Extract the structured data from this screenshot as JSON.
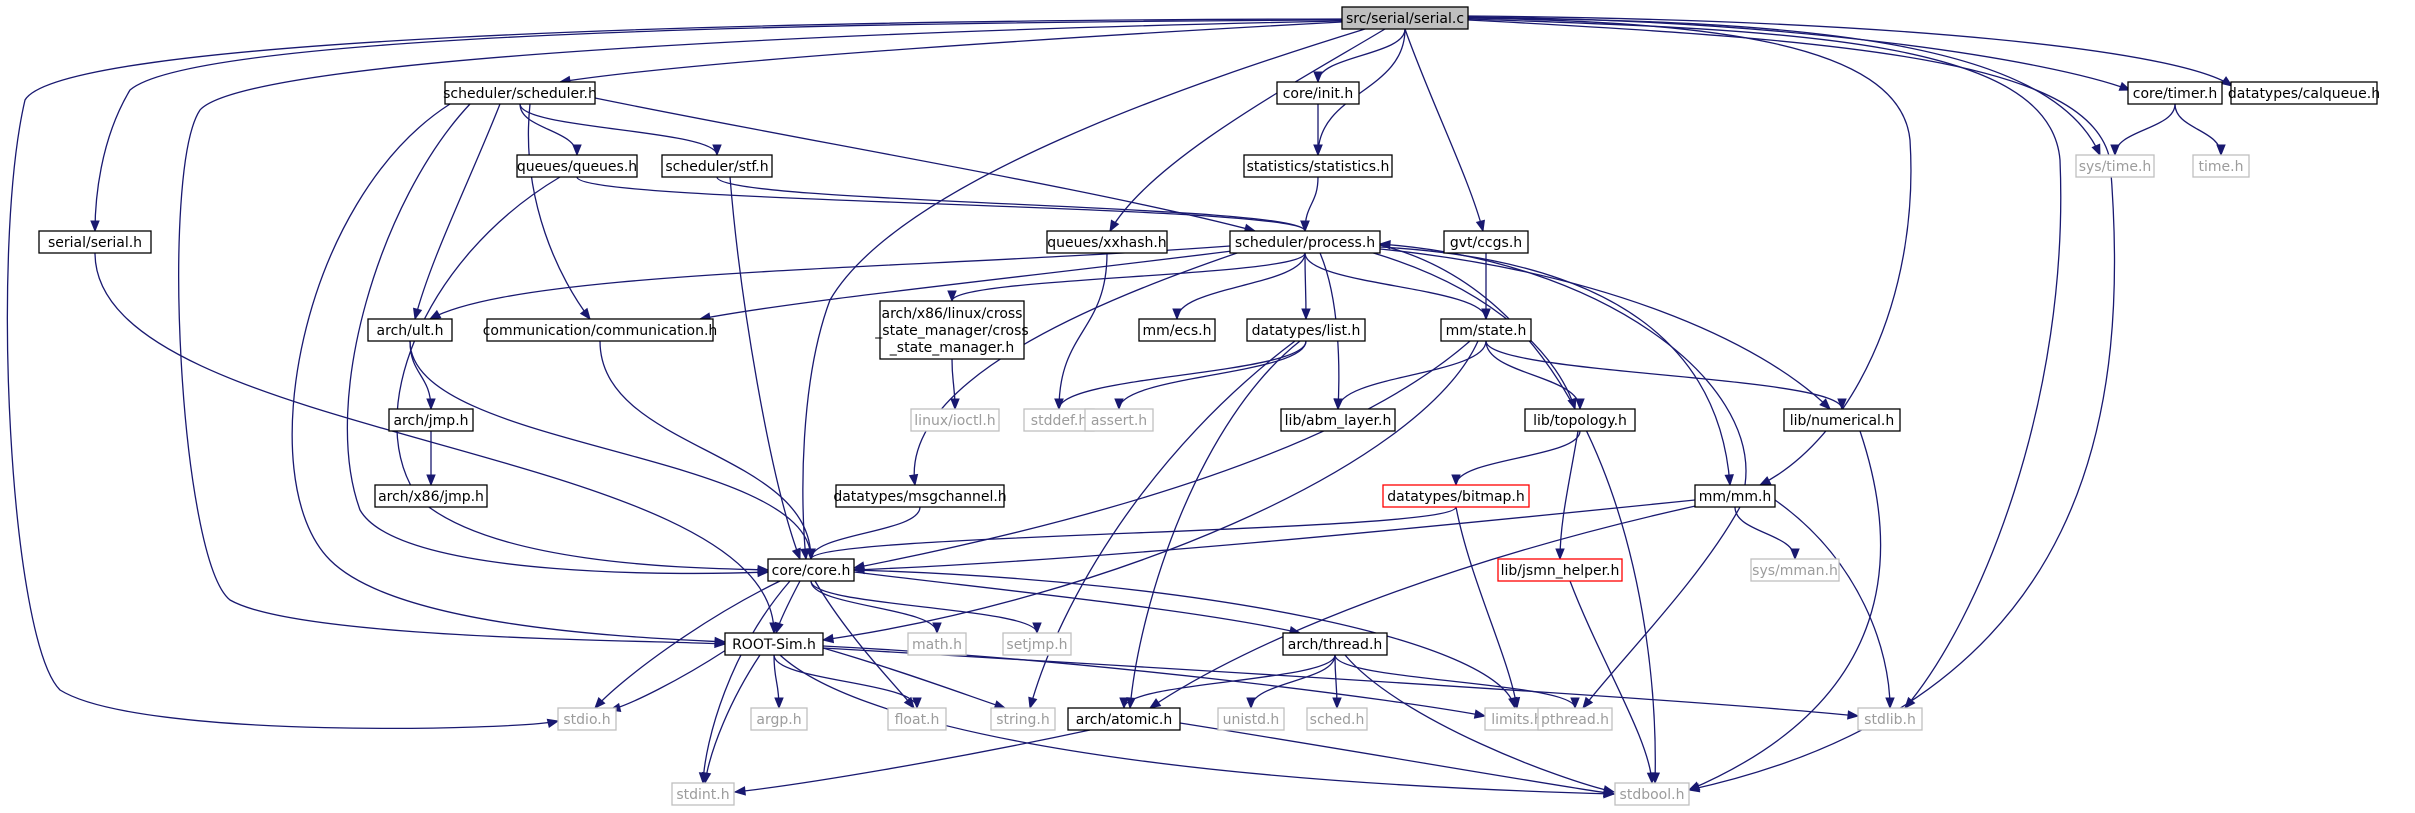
{
  "title": "src/serial/serial.c",
  "colors": {
    "edge": "#191970",
    "root_fill": "#bfbfbf",
    "normal_border": "#000000",
    "system_border": "#bfbfbf",
    "system_text": "#9c9c9c",
    "incomplete_border": "#ff0000",
    "text": "#000000"
  },
  "nodes": [
    {
      "id": "src/serial/serial.c",
      "kind": "root"
    },
    {
      "id": "scheduler/scheduler.h",
      "kind": "normal"
    },
    {
      "id": "core/init.h",
      "kind": "normal"
    },
    {
      "id": "core/timer.h",
      "kind": "normal"
    },
    {
      "id": "datatypes/calqueue.h",
      "kind": "normal"
    },
    {
      "id": "sys/time.h",
      "kind": "system"
    },
    {
      "id": "time.h",
      "kind": "system"
    },
    {
      "id": "queues/queues.h",
      "kind": "normal"
    },
    {
      "id": "scheduler/stf.h",
      "kind": "normal"
    },
    {
      "id": "statistics/statistics.h",
      "kind": "normal"
    },
    {
      "id": "serial/serial.h",
      "kind": "normal"
    },
    {
      "id": "queues/xxhash.h",
      "kind": "normal"
    },
    {
      "id": "scheduler/process.h",
      "kind": "normal"
    },
    {
      "id": "gvt/ccgs.h",
      "kind": "normal"
    },
    {
      "id": "arch/ult.h",
      "kind": "normal"
    },
    {
      "id": "communication/communication.h",
      "kind": "normal"
    },
    {
      "id": "arch/x86/linux/cross_state_manager/cross_state_manager.h",
      "kind": "normal",
      "lines": [
        "arch/x86/linux/cross",
        "_state_manager/cross",
        "_state_manager.h"
      ]
    },
    {
      "id": "mm/ecs.h",
      "kind": "normal"
    },
    {
      "id": "datatypes/list.h",
      "kind": "normal"
    },
    {
      "id": "mm/state.h",
      "kind": "normal"
    },
    {
      "id": "arch/jmp.h",
      "kind": "normal"
    },
    {
      "id": "linux/ioctl.h",
      "kind": "system"
    },
    {
      "id": "stddef.h",
      "kind": "system"
    },
    {
      "id": "assert.h",
      "kind": "system"
    },
    {
      "id": "lib/abm_layer.h",
      "kind": "normal"
    },
    {
      "id": "lib/topology.h",
      "kind": "normal"
    },
    {
      "id": "lib/numerical.h",
      "kind": "normal"
    },
    {
      "id": "arch/x86/jmp.h",
      "kind": "normal"
    },
    {
      "id": "datatypes/msgchannel.h",
      "kind": "normal"
    },
    {
      "id": "datatypes/bitmap.h",
      "kind": "incomplete"
    },
    {
      "id": "mm/mm.h",
      "kind": "normal"
    },
    {
      "id": "core/core.h",
      "kind": "normal"
    },
    {
      "id": "lib/jsmn_helper.h",
      "kind": "incomplete"
    },
    {
      "id": "sys/mman.h",
      "kind": "system"
    },
    {
      "id": "math.h",
      "kind": "system"
    },
    {
      "id": "setjmp.h",
      "kind": "system"
    },
    {
      "id": "ROOT-Sim.h",
      "kind": "normal"
    },
    {
      "id": "arch/thread.h",
      "kind": "normal"
    },
    {
      "id": "stdio.h",
      "kind": "system"
    },
    {
      "id": "argp.h",
      "kind": "system"
    },
    {
      "id": "float.h",
      "kind": "system"
    },
    {
      "id": "string.h",
      "kind": "system"
    },
    {
      "id": "arch/atomic.h",
      "kind": "normal"
    },
    {
      "id": "unistd.h",
      "kind": "system"
    },
    {
      "id": "sched.h",
      "kind": "system"
    },
    {
      "id": "limits.h",
      "kind": "system"
    },
    {
      "id": "pthread.h",
      "kind": "system"
    },
    {
      "id": "stdlib.h",
      "kind": "system"
    },
    {
      "id": "stdint.h",
      "kind": "system"
    },
    {
      "id": "stdbool.h",
      "kind": "system"
    }
  ],
  "edges": [
    [
      "src/serial/serial.c",
      "scheduler/scheduler.h"
    ],
    [
      "src/serial/serial.c",
      "core/init.h"
    ],
    [
      "src/serial/serial.c",
      "statistics/statistics.h"
    ],
    [
      "src/serial/serial.c",
      "core/timer.h"
    ],
    [
      "src/serial/serial.c",
      "datatypes/calqueue.h"
    ],
    [
      "src/serial/serial.c",
      "sys/time.h"
    ],
    [
      "src/serial/serial.c",
      "serial/serial.h"
    ],
    [
      "src/serial/serial.c",
      "ROOT-Sim.h"
    ],
    [
      "src/serial/serial.c",
      "stdio.h"
    ],
    [
      "src/serial/serial.c",
      "core/core.h"
    ],
    [
      "src/serial/serial.c",
      "queues/xxhash.h"
    ],
    [
      "src/serial/serial.c",
      "gvt/ccgs.h"
    ],
    [
      "src/serial/serial.c",
      "mm/mm.h"
    ],
    [
      "src/serial/serial.c",
      "stdlib.h"
    ],
    [
      "src/serial/serial.c",
      "stdbool.h"
    ],
    [
      "core/init.h",
      "statistics/statistics.h"
    ],
    [
      "core/timer.h",
      "sys/time.h"
    ],
    [
      "core/timer.h",
      "time.h"
    ],
    [
      "statistics/statistics.h",
      "scheduler/process.h"
    ],
    [
      "scheduler/scheduler.h",
      "queues/queues.h"
    ],
    [
      "scheduler/scheduler.h",
      "scheduler/stf.h"
    ],
    [
      "scheduler/scheduler.h",
      "scheduler/process.h"
    ],
    [
      "scheduler/scheduler.h",
      "arch/ult.h"
    ],
    [
      "scheduler/scheduler.h",
      "communication/communication.h"
    ],
    [
      "scheduler/scheduler.h",
      "core/core.h"
    ],
    [
      "scheduler/scheduler.h",
      "ROOT-Sim.h"
    ],
    [
      "queues/queues.h",
      "scheduler/process.h"
    ],
    [
      "queues/queues.h",
      "core/core.h"
    ],
    [
      "scheduler/stf.h",
      "scheduler/process.h"
    ],
    [
      "scheduler/stf.h",
      "core/core.h"
    ],
    [
      "serial/serial.h",
      "ROOT-Sim.h"
    ],
    [
      "queues/xxhash.h",
      "stddef.h"
    ],
    [
      "gvt/ccgs.h",
      "mm/state.h"
    ],
    [
      "scheduler/process.h",
      "arch/ult.h"
    ],
    [
      "scheduler/process.h",
      "communication/communication.h"
    ],
    [
      "scheduler/process.h",
      "arch/x86/linux/cross_state_manager/cross_state_manager.h"
    ],
    [
      "scheduler/process.h",
      "mm/ecs.h"
    ],
    [
      "scheduler/process.h",
      "datatypes/list.h"
    ],
    [
      "scheduler/process.h",
      "mm/state.h"
    ],
    [
      "scheduler/process.h",
      "lib/abm_layer.h"
    ],
    [
      "scheduler/process.h",
      "lib/topology.h"
    ],
    [
      "scheduler/process.h",
      "lib/numerical.h"
    ],
    [
      "scheduler/process.h",
      "mm/mm.h"
    ],
    [
      "scheduler/process.h",
      "datatypes/msgchannel.h"
    ],
    [
      "scheduler/process.h",
      "stdbool.h"
    ],
    [
      "arch/ult.h",
      "arch/jmp.h"
    ],
    [
      "arch/ult.h",
      "core/core.h"
    ],
    [
      "arch/jmp.h",
      "arch/x86/jmp.h"
    ],
    [
      "communication/communication.h",
      "core/core.h"
    ],
    [
      "arch/x86/linux/cross_state_manager/cross_state_manager.h",
      "linux/ioctl.h"
    ],
    [
      "datatypes/list.h",
      "stddef.h"
    ],
    [
      "datatypes/list.h",
      "assert.h"
    ],
    [
      "datatypes/list.h",
      "arch/atomic.h"
    ],
    [
      "datatypes/list.h",
      "string.h"
    ],
    [
      "mm/state.h",
      "lib/abm_layer.h"
    ],
    [
      "mm/state.h",
      "lib/topology.h"
    ],
    [
      "mm/state.h",
      "lib/numerical.h"
    ],
    [
      "mm/state.h",
      "core/core.h"
    ],
    [
      "mm/state.h",
      "ROOT-Sim.h"
    ],
    [
      "lib/topology.h",
      "datatypes/bitmap.h"
    ],
    [
      "lib/topology.h",
      "lib/jsmn_helper.h"
    ],
    [
      "lib/numerical.h",
      "stdbool.h"
    ],
    [
      "datatypes/msgchannel.h",
      "core/core.h"
    ],
    [
      "datatypes/bitmap.h",
      "core/core.h"
    ],
    [
      "datatypes/bitmap.h",
      "limits.h"
    ],
    [
      "mm/mm.h",
      "scheduler/process.h"
    ],
    [
      "mm/mm.h",
      "core/core.h"
    ],
    [
      "mm/mm.h",
      "sys/mman.h"
    ],
    [
      "mm/mm.h",
      "arch/atomic.h"
    ],
    [
      "mm/mm.h",
      "pthread.h"
    ],
    [
      "mm/mm.h",
      "stdlib.h"
    ],
    [
      "lib/jsmn_helper.h",
      "stdbool.h"
    ],
    [
      "core/core.h",
      "ROOT-Sim.h"
    ],
    [
      "core/core.h",
      "math.h"
    ],
    [
      "core/core.h",
      "setjmp.h"
    ],
    [
      "core/core.h",
      "arch/thread.h"
    ],
    [
      "core/core.h",
      "stdio.h"
    ],
    [
      "core/core.h",
      "float.h"
    ],
    [
      "core/core.h",
      "stdint.h"
    ],
    [
      "core/core.h",
      "limits.h"
    ],
    [
      "ROOT-Sim.h",
      "stdio.h"
    ],
    [
      "ROOT-Sim.h",
      "argp.h"
    ],
    [
      "ROOT-Sim.h",
      "float.h"
    ],
    [
      "ROOT-Sim.h",
      "string.h"
    ],
    [
      "ROOT-Sim.h",
      "limits.h"
    ],
    [
      "ROOT-Sim.h",
      "stdlib.h"
    ],
    [
      "ROOT-Sim.h",
      "stdint.h"
    ],
    [
      "ROOT-Sim.h",
      "stdbool.h"
    ],
    [
      "arch/thread.h",
      "arch/atomic.h"
    ],
    [
      "arch/thread.h",
      "unistd.h"
    ],
    [
      "arch/thread.h",
      "sched.h"
    ],
    [
      "arch/thread.h",
      "pthread.h"
    ],
    [
      "arch/thread.h",
      "stdbool.h"
    ],
    [
      "arch/atomic.h",
      "stdint.h"
    ],
    [
      "arch/atomic.h",
      "stdbool.h"
    ]
  ]
}
